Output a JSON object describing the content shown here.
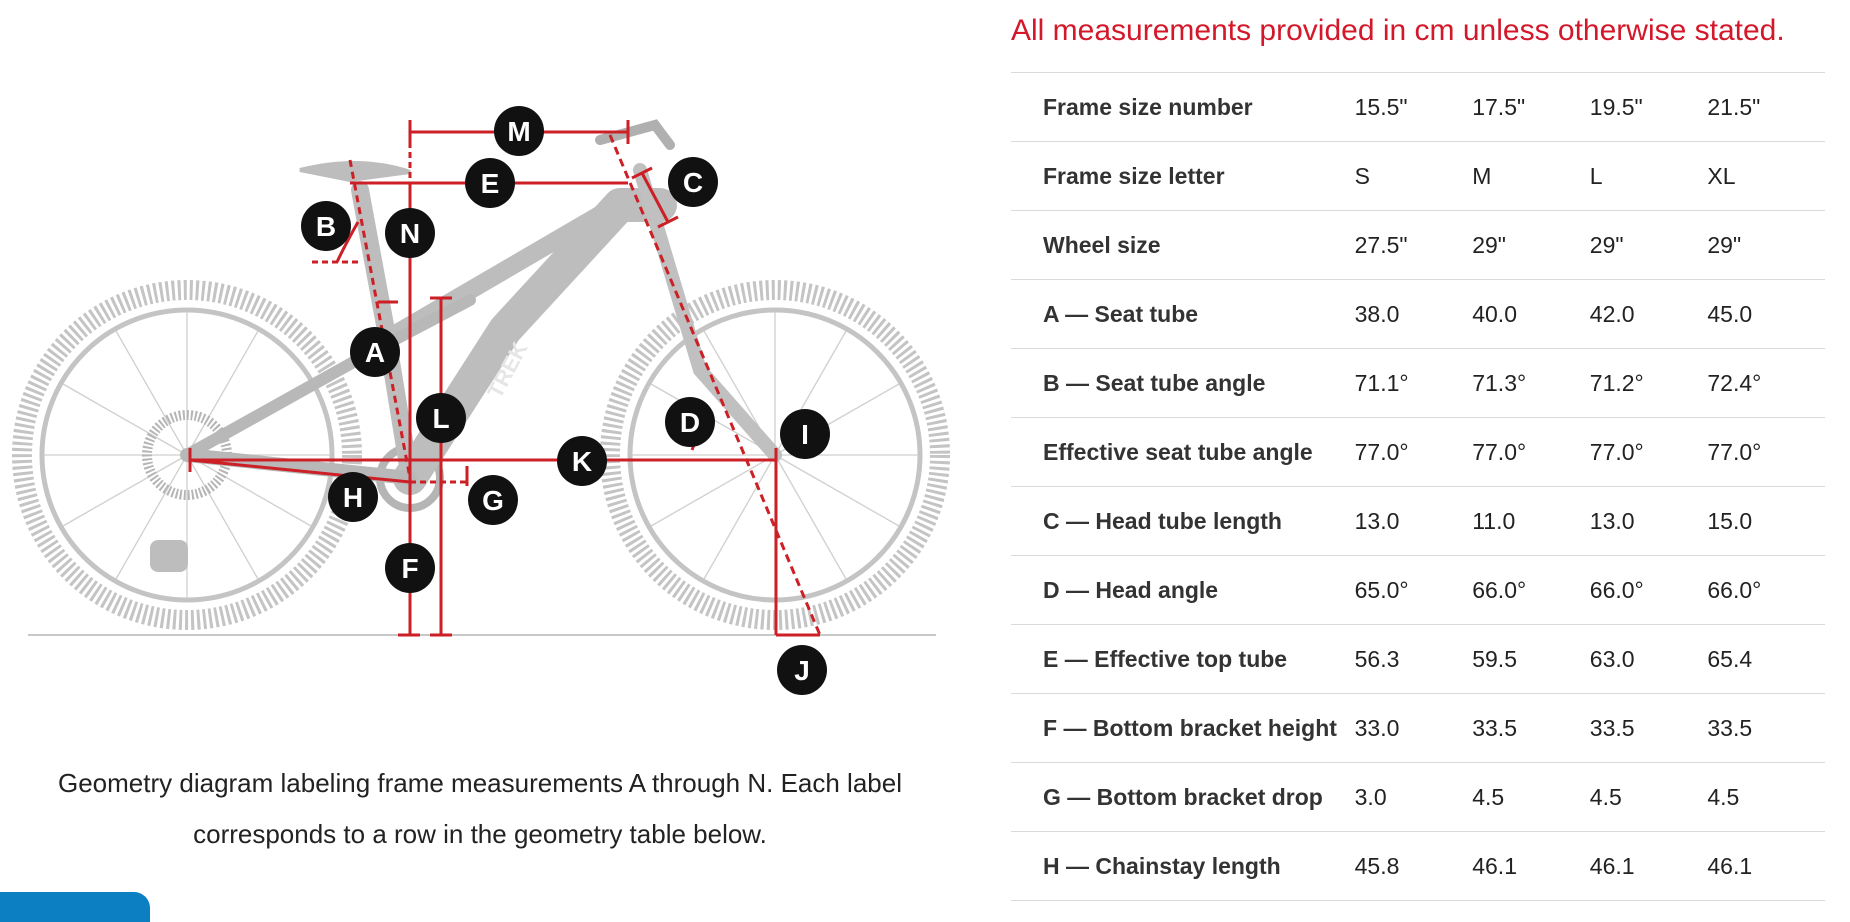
{
  "diagram": {
    "brand_text": "TREK",
    "labels": [
      "A",
      "B",
      "C",
      "D",
      "E",
      "F",
      "G",
      "H",
      "I",
      "J",
      "K",
      "L",
      "M",
      "N"
    ],
    "measure_color": "#cc1f26"
  },
  "caption": {
    "text": "Geometry diagram labeling frame measurements A through N. Each label corresponds to a row in the geometry table below."
  },
  "notice": "All measurements provided in cm unless otherwise stated.",
  "table": {
    "rows": [
      {
        "label": "Frame size number",
        "values": [
          "15.5\"",
          "17.5\"",
          "19.5\"",
          "21.5\""
        ]
      },
      {
        "label": "Frame size letter",
        "values": [
          "S",
          "M",
          "L",
          "XL"
        ]
      },
      {
        "label": "Wheel size",
        "values": [
          "27.5\"",
          "29\"",
          "29\"",
          "29\""
        ]
      },
      {
        "label": "A — Seat tube",
        "values": [
          "38.0",
          "40.0",
          "42.0",
          "45.0"
        ]
      },
      {
        "label": "B — Seat tube angle",
        "values": [
          "71.1°",
          "71.3°",
          "71.2°",
          "72.4°"
        ]
      },
      {
        "label": "Effective seat tube angle",
        "values": [
          "77.0°",
          "77.0°",
          "77.0°",
          "77.0°"
        ]
      },
      {
        "label": "C — Head tube length",
        "values": [
          "13.0",
          "11.0",
          "13.0",
          "15.0"
        ]
      },
      {
        "label": "D — Head angle",
        "values": [
          "65.0°",
          "66.0°",
          "66.0°",
          "66.0°"
        ]
      },
      {
        "label": "E — Effective top tube",
        "values": [
          "56.3",
          "59.5",
          "63.0",
          "65.4"
        ]
      },
      {
        "label": "F — Bottom bracket height",
        "values": [
          "33.0",
          "33.5",
          "33.5",
          "33.5"
        ]
      },
      {
        "label": "G — Bottom bracket drop",
        "values": [
          "3.0",
          "4.5",
          "4.5",
          "4.5"
        ]
      },
      {
        "label": "H — Chainstay length",
        "values": [
          "45.8",
          "46.1",
          "46.1",
          "46.1"
        ]
      }
    ]
  },
  "colors": {
    "accent_red": "#d3182a",
    "bike_gray": "#c4c4c4",
    "tab_blue": "#0b7fc1"
  }
}
